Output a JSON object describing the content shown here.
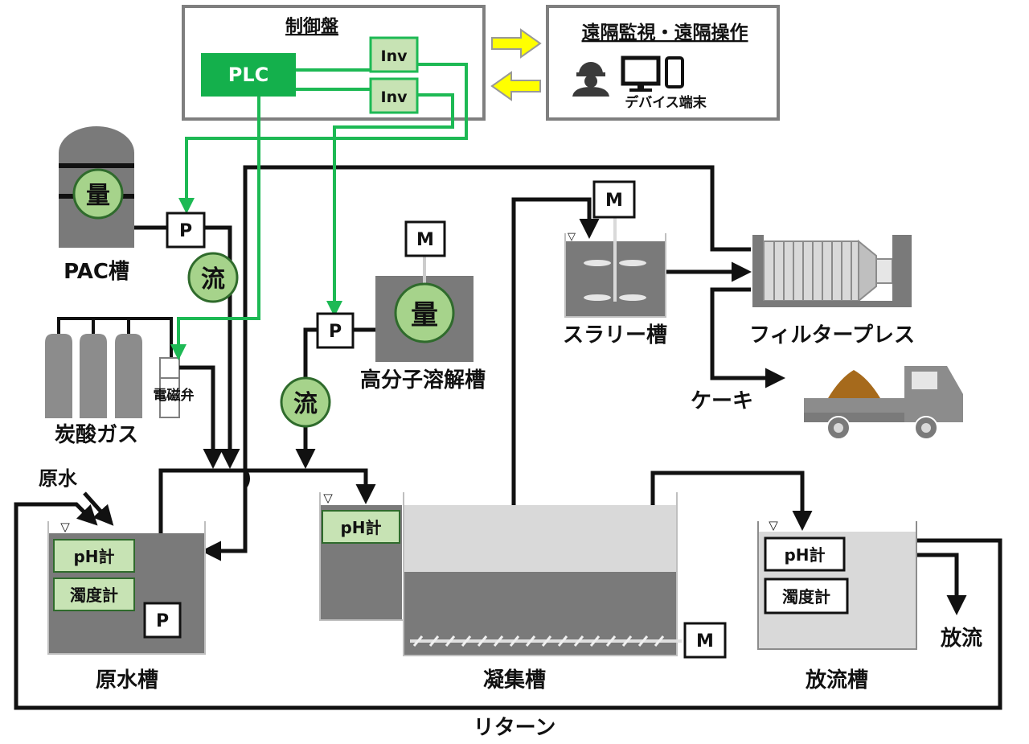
{
  "control_panel": {
    "title": "制御盤",
    "plc": "PLC",
    "inverters": [
      "Inv",
      "Inv"
    ]
  },
  "remote": {
    "title": "遠隔監視・遠隔操作",
    "device_label": "デバイス端末"
  },
  "labels": {
    "pac_tank": "PAC槽",
    "dosing_meter": "量",
    "flow_meter": "流",
    "pump": "P",
    "motor": "M",
    "co2": "炭酸ガス",
    "solenoid_valve": "電磁弁",
    "polymer_tank": "高分子溶解槽",
    "slurry_tank": "スラリー槽",
    "filter_press": "フィルタープレス",
    "cake": "ケーキ",
    "raw_water": "原水",
    "raw_water_tank": "原水槽",
    "coagulation_tank": "凝集槽",
    "discharge_tank": "放流槽",
    "discharge": "放流",
    "return": "リターン",
    "ph_meter": "pH計",
    "turbidity_meter": "濁度計",
    "level_mark": "▽"
  },
  "colors": {
    "plc_green": "#14b04c",
    "signal_line": "#1db954",
    "meter_fill": "#a6d38b",
    "meter_border": "#2f6b2c",
    "tank_dark": "#7a7a7a",
    "tank_light": "#d9d9d9",
    "instrument_fill": "#c7e3b4",
    "arrow_yellow": "#ffff00",
    "cake_brown": "#a66a1c"
  }
}
